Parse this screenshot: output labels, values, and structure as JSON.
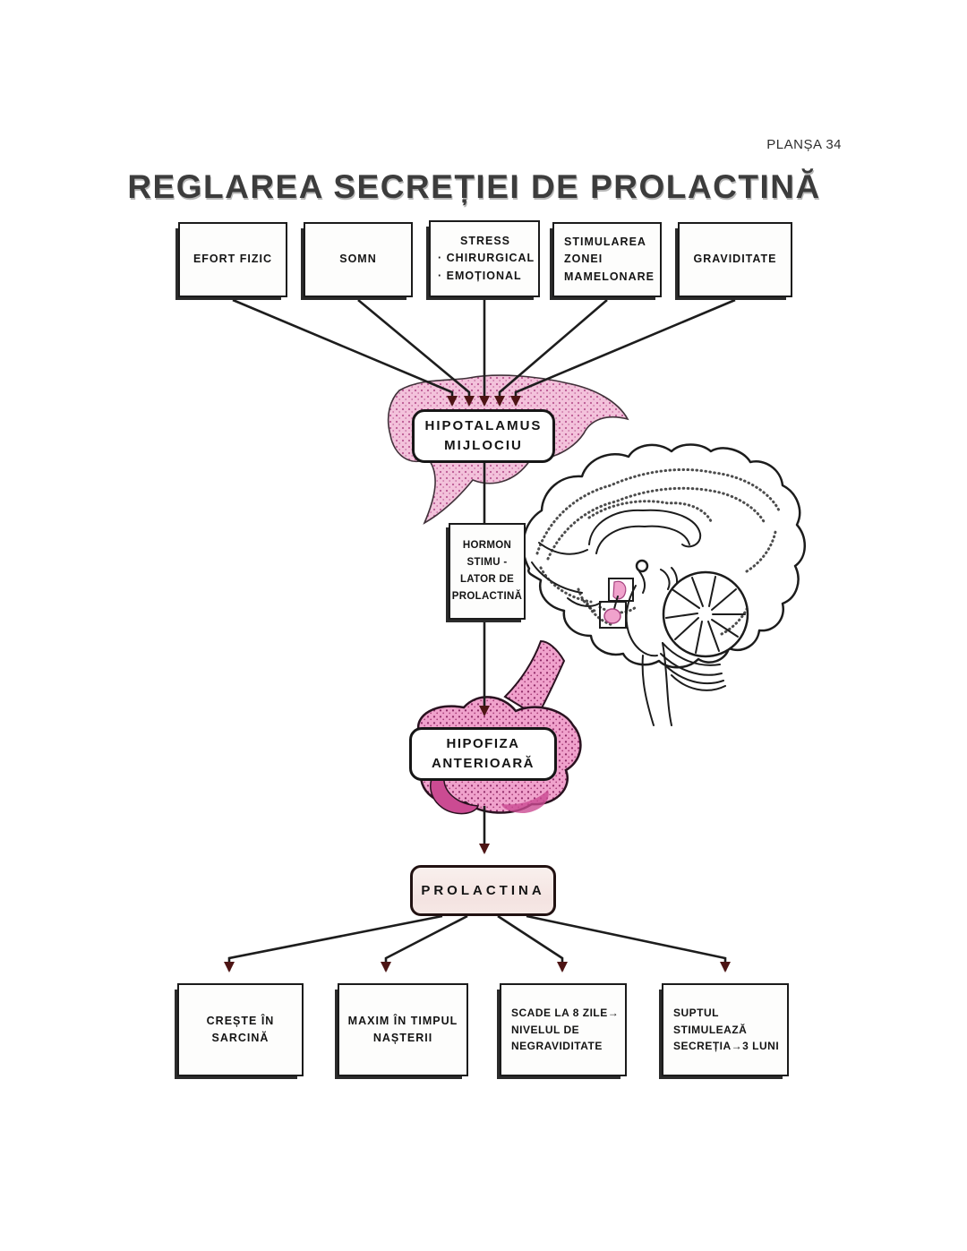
{
  "page": {
    "plate": "PLANȘA 34",
    "title": "REGLAREA SECREȚIEI DE PROLACTINĂ"
  },
  "colors": {
    "line": "#1d1d1d",
    "arrowhead": "#4d1414",
    "tissue_pink": "#f3c0da",
    "tissue_dot": "#b8538f",
    "gland_pink": "#f0a2cc",
    "gland_dot": "#8f2a67",
    "gland_dark_lobe": "#cb4b92",
    "prolactin_fill": "#f6e9e6"
  },
  "stimuli_boxes": [
    {
      "lines": [
        "EFORT FIZIC"
      ]
    },
    {
      "lines": [
        "SOMN"
      ]
    },
    {
      "lines": [
        "STRESS",
        "· CHIRURGICAL",
        "· EMOȚIONAL"
      ]
    },
    {
      "lines": [
        "STIMULAREA",
        "ZONEI",
        "MAMELONARE"
      ]
    },
    {
      "lines": [
        "GRAVIDITATE"
      ]
    }
  ],
  "hypothalamus_box": {
    "lines": [
      "HIPOTALAMUS",
      "MIJLOCIU"
    ]
  },
  "hormone_box": {
    "lines": [
      "HORMON",
      "STIMU -",
      "LATOR DE",
      "PROLACTINĂ"
    ]
  },
  "pituitary_box": {
    "lines": [
      "HIPOFIZA",
      "ANTERIOARĂ"
    ]
  },
  "prolactin_box": {
    "label": "PROLACTINA"
  },
  "effect_boxes": [
    {
      "lines": [
        "CREȘTE ÎN",
        "SARCINĂ"
      ]
    },
    {
      "lines": [
        "MAXIM ÎN TIMPUL",
        "NAȘTERII"
      ]
    },
    {
      "lines": [
        "SCADE LA 8 ZILE→",
        "NIVELUL DE",
        "NEGRAVIDITATE"
      ]
    },
    {
      "lines": [
        "SUPTUL",
        "STIMULEAZĂ",
        "SECREȚIA→3 LUNI"
      ]
    }
  ]
}
